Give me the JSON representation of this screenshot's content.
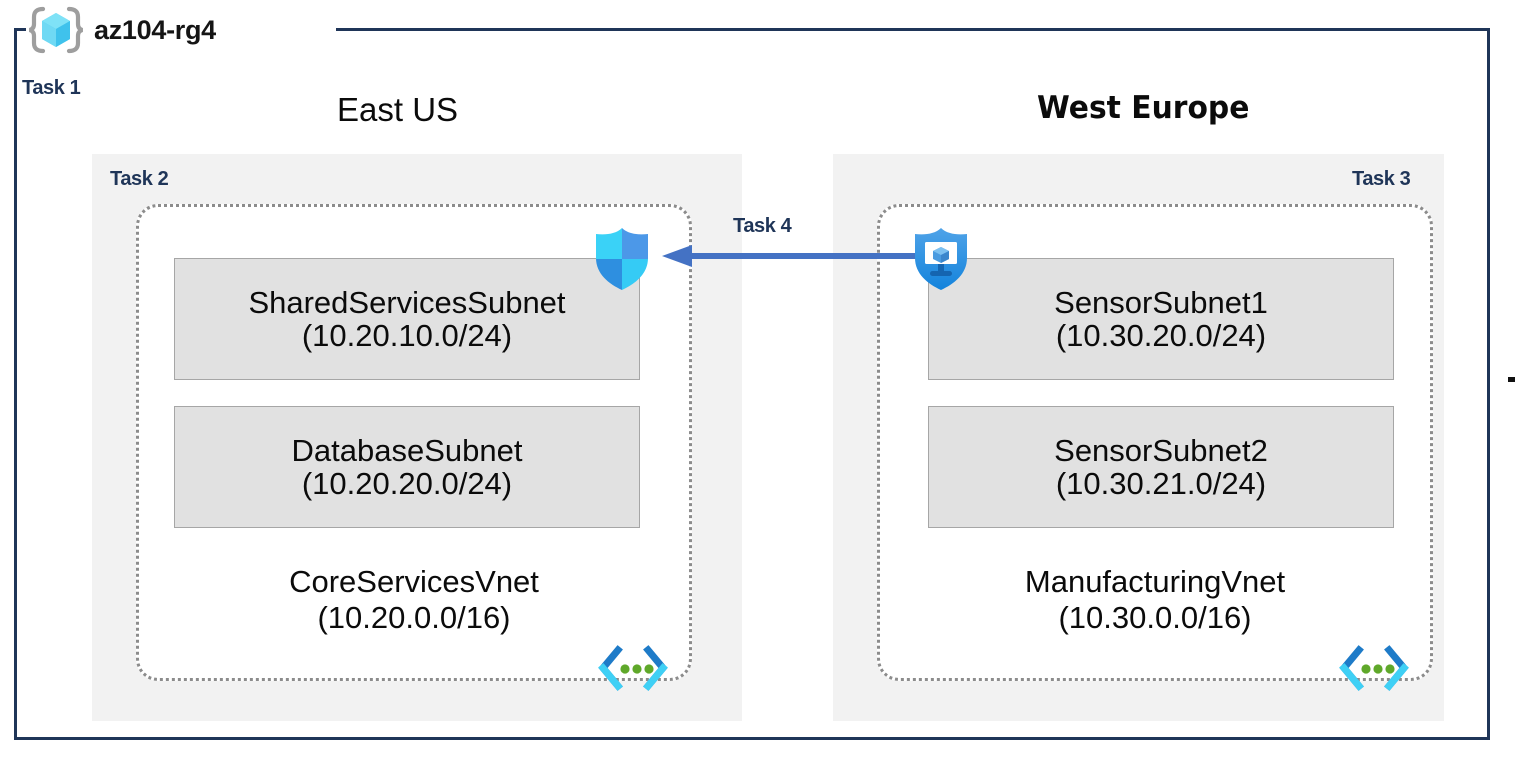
{
  "resource_group": {
    "name": "az104-rg4",
    "icon": "resource-group-cube-icon",
    "task_label": "Task 1"
  },
  "regions": [
    {
      "id": "east",
      "heading": "East US",
      "task_label": "Task 2",
      "vnet": {
        "name": "CoreServicesVnet",
        "cidr": "(10.20.0.0/16)",
        "icon": "virtual-network-icon",
        "subnets": [
          {
            "name": "SharedServicesSubnet",
            "cidr": "(10.20.10.0/24)"
          },
          {
            "name": "DatabaseSubnet",
            "cidr": "(10.20.20.0/24)"
          }
        ]
      }
    },
    {
      "id": "west",
      "heading": "West Europe",
      "task_label": "Task 3",
      "vnet": {
        "name": "ManufacturingVnet",
        "cidr": "(10.30.0.0/16)",
        "icon": "virtual-network-icon",
        "subnets": [
          {
            "name": "SensorSubnet1",
            "cidr": "(10.30.20.0/24)"
          },
          {
            "name": "SensorSubnet2",
            "cidr": "(10.30.21.0/24)"
          }
        ]
      }
    }
  ],
  "connection": {
    "task_label": "Task 4",
    "direction": "right-to-left",
    "source_icon": "defender-shield-monitor-icon",
    "target_icon": "firewall-shield-icon"
  },
  "colors": {
    "frame_border": "#1F3558",
    "task_label": "#1F3558",
    "region_fill": "#F2F2F2",
    "subnet_fill": "#E1E1E1",
    "subnet_border": "#A6A6A6",
    "vnet_border": "#8C8C8C",
    "arrow": "#4472C4",
    "azure_cyan": "#50D5F5",
    "azure_blue": "#0078D4",
    "vnet_icon_green": "#5FA82A"
  }
}
